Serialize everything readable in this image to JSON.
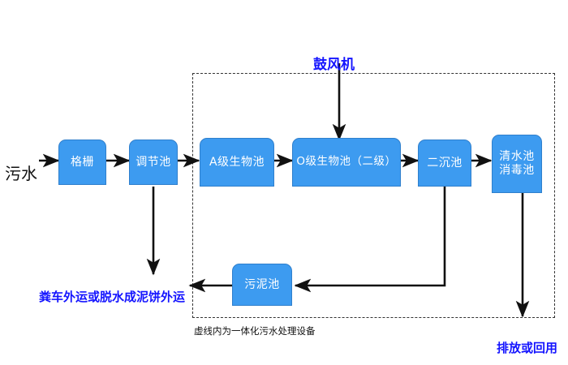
{
  "diagram": {
    "title_note": "虚线内为一体化污水处理设备",
    "colors": {
      "node_fill": "#3d9bf0",
      "node_border": "#2f7fcc",
      "node_text": "#ffffff",
      "annotation_blue": "#1414ff",
      "line": "#111111",
      "dashed_border": "#333333",
      "background": "#ffffff"
    },
    "nodes": [
      {
        "id": "grille",
        "label": "格栅"
      },
      {
        "id": "regulating",
        "label": "调节池"
      },
      {
        "id": "a_tank",
        "label": "A级生物池"
      },
      {
        "id": "o_tank",
        "label": "O级生物池（二级）"
      },
      {
        "id": "settler",
        "label": "二沉池"
      },
      {
        "id": "clearwater",
        "label": "清水池\n消毒池"
      },
      {
        "id": "sludge",
        "label": "污泥池"
      }
    ],
    "annotations": {
      "inflow": "污水",
      "blower": "鼓风机",
      "sludge_out": "粪车外运或脱水成泥饼外运",
      "discharge": "排放或回用",
      "dashed_caption": "虚线内为一体化污水处理设备"
    }
  }
}
